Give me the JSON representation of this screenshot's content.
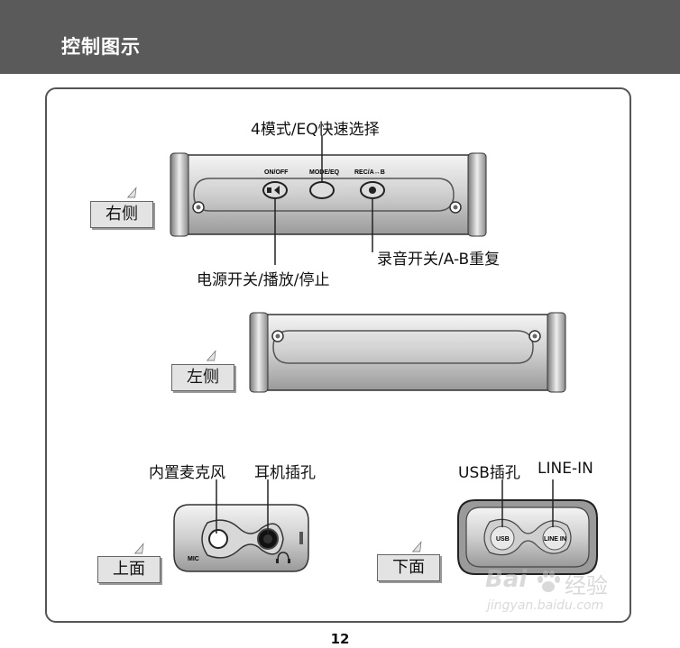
{
  "header": {
    "title": "控制图示"
  },
  "right_side": {
    "tag": "右侧",
    "callout_mode": "4模式/EQ快速选择",
    "callout_rec": "录音开关/A-B重复",
    "callout_power": "电源开关/播放/停止",
    "btn_on_off": "ON/OFF",
    "btn_mode": "MODE/EQ",
    "btn_rec": "REC/A↔B"
  },
  "left_side": {
    "tag": "左侧"
  },
  "top_side": {
    "tag": "上面",
    "callout_mic": "内置麦克风",
    "callout_earphone": "耳机插孔",
    "mic_label": "MIC"
  },
  "bottom_side": {
    "tag": "下面",
    "callout_usb": "USB插孔",
    "callout_linein": "LINE-IN",
    "usb_label": "USB",
    "linein_label": "LINE IN"
  },
  "page_number": "12",
  "watermark": {
    "brand_left": "Bai",
    "brand_right": "经验",
    "url": "jingyan.baidu.com"
  }
}
